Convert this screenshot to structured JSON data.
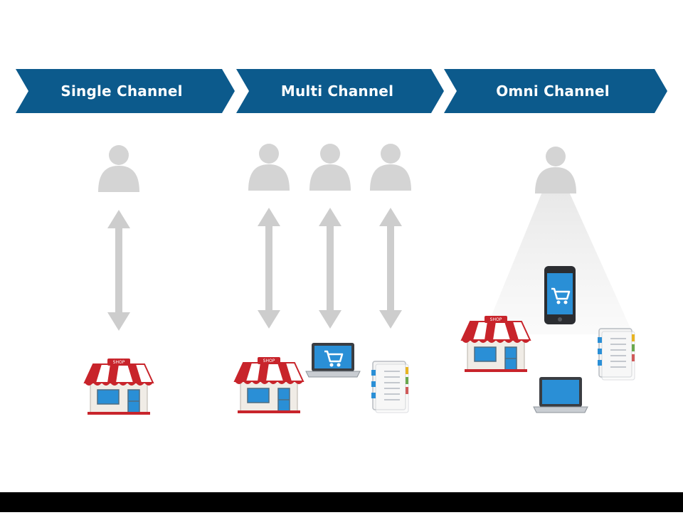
{
  "colors": {
    "banner": "#0c5a8c",
    "person": "#d4d4d4",
    "arrow": "#cdcdcd",
    "awning_red": "#c8242b",
    "screen_blue": "#2a8fd6",
    "bottom_bar": "#000000"
  },
  "headers": [
    {
      "label": "Single Channel"
    },
    {
      "label": "Multi Channel"
    },
    {
      "label": "Omni Channel"
    }
  ],
  "icons": {
    "person": "person-icon",
    "shop": "shop-icon",
    "laptop": "laptop-cart-icon",
    "phone": "phone-cart-icon",
    "catalog": "catalog-icon",
    "arrow": "double-arrow-icon"
  },
  "shop_sign": "SHOP"
}
